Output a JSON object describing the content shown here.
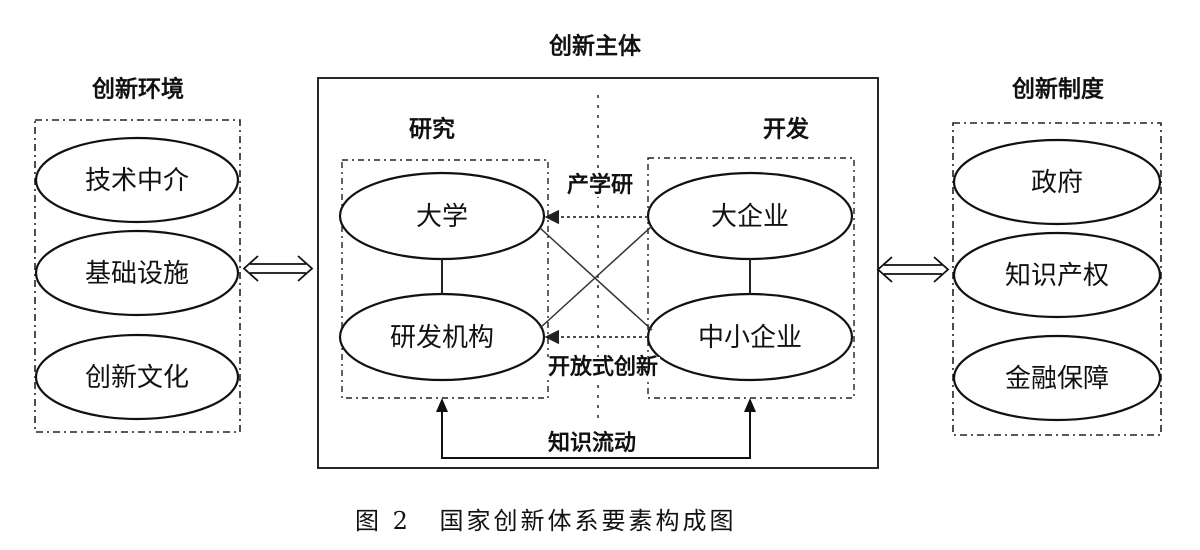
{
  "diagram": {
    "main_title": "创新主体",
    "left_group": {
      "title": "创新环境",
      "items": [
        "技术中介",
        "基础设施",
        "创新文化"
      ]
    },
    "right_group": {
      "title": "创新制度",
      "items": [
        "政府",
        "知识产权",
        "金融保障"
      ]
    },
    "research": {
      "title": "研究",
      "items": [
        "大学",
        "研发机构"
      ]
    },
    "development": {
      "title": "开发",
      "items": [
        "大企业",
        "中小企业"
      ]
    },
    "links": {
      "top": "产学研",
      "bottom": "开放式创新",
      "flow": "知识流动"
    }
  },
  "caption": {
    "figure_no": "图 2",
    "text": "国家创新体系要素构成图"
  }
}
